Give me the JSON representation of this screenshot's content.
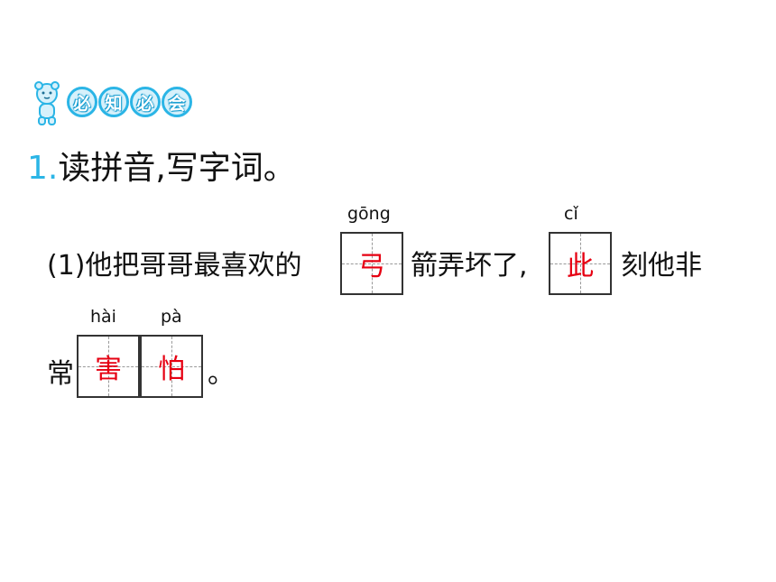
{
  "badge": {
    "chars": [
      "必",
      "知",
      "必",
      "会"
    ]
  },
  "question": {
    "number": "1.",
    "title": "读拼音,写字词。"
  },
  "line1": {
    "prefix": "(1)他把哥哥最喜欢的",
    "blank1": {
      "pinyin": "gōng",
      "answer": "弓"
    },
    "middle": "箭弄坏了,",
    "blank2": {
      "pinyin": "cǐ",
      "answer": "此"
    },
    "suffix": "刻他非"
  },
  "line2": {
    "prefix": "常",
    "blank1": {
      "pinyin": "hài",
      "answer": "害"
    },
    "blank2": {
      "pinyin": "pà",
      "answer": "怕"
    },
    "suffix": "。"
  },
  "colors": {
    "accent": "#2bb5e6",
    "answer": "#e60012"
  }
}
